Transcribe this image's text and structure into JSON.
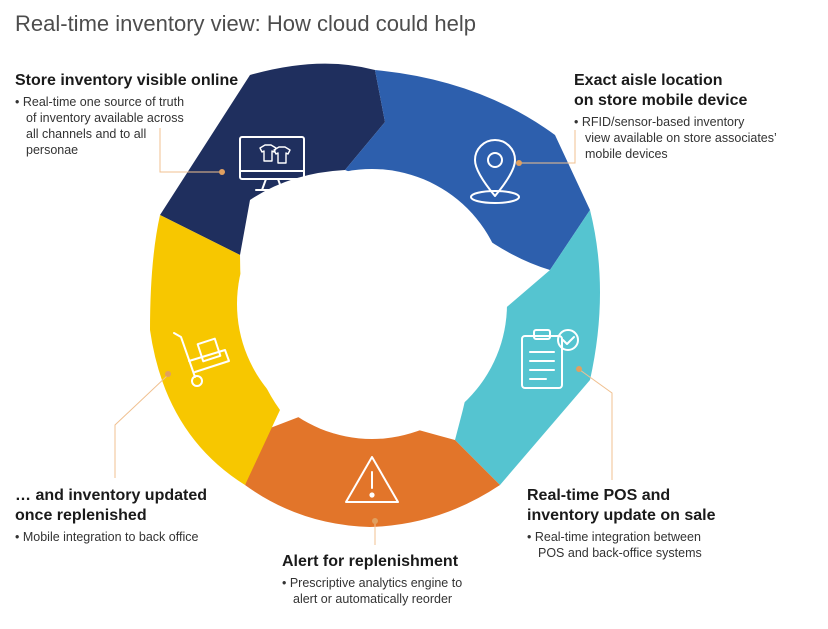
{
  "title": "Real-time inventory view: How cloud could help",
  "colors": {
    "store": "#1f2f5e",
    "aisle": "#2d5fad",
    "pos": "#55c4d0",
    "alert": "#e2752a",
    "replenish": "#f7c700",
    "leader": "#f0c090"
  },
  "steps": {
    "store": {
      "title": "Store inventory visible online",
      "bullet": "• Real-time one source of truth\nof inventory available across\nall channels and to all\npersonae",
      "icon": "monitor-shirts-icon"
    },
    "aisle": {
      "title": "Exact aisle location\non store mobile device",
      "bullet": "• RFID/sensor-based inventory\nview available on store associates’\nmobile devices",
      "icon": "location-pin-icon"
    },
    "pos": {
      "title": "Real-time POS and\ninventory update on sale",
      "bullet": "• Real-time integration between\nPOS and back-office systems",
      "icon": "clipboard-check-icon"
    },
    "alert": {
      "title": "Alert for replenishment",
      "bullet": "• Prescriptive analytics engine to\nalert or automatically reorder",
      "icon": "warning-triangle-icon"
    },
    "replenish": {
      "title": "… and inventory updated\nonce replenished",
      "bullet": "• Mobile integration to back office",
      "icon": "hand-truck-icon"
    }
  }
}
